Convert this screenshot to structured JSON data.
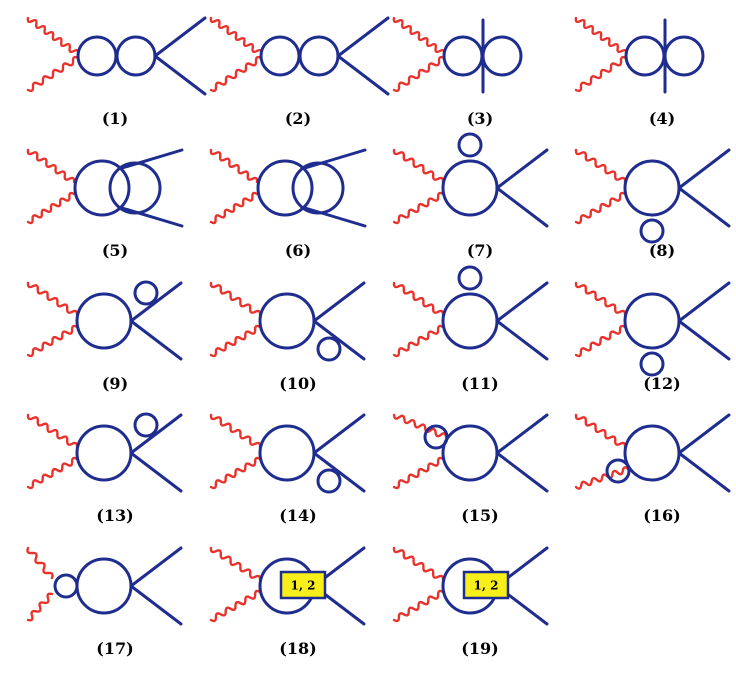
{
  "diagrams": [
    {
      "label": "(1)"
    },
    {
      "label": "(2)"
    },
    {
      "label": "(3)"
    },
    {
      "label": "(4)"
    },
    {
      "label": "(5)"
    },
    {
      "label": "(6)"
    },
    {
      "label": "(7)"
    },
    {
      "label": "(8)"
    },
    {
      "label": "(9)"
    },
    {
      "label": "(10)"
    },
    {
      "label": "(11)"
    },
    {
      "label": "(12)"
    },
    {
      "label": "(13)"
    },
    {
      "label": "(14)"
    },
    {
      "label": "(15)"
    },
    {
      "label": "(16)"
    },
    {
      "label": "(17)"
    },
    {
      "label": "(18)",
      "box_label": "1, 2"
    },
    {
      "label": "(19)",
      "box_label": "1, 2"
    }
  ],
  "colors": {
    "propagator": "#1f2d8f",
    "photon": "#e8322b",
    "vertex_box": "#f7ee1a"
  }
}
